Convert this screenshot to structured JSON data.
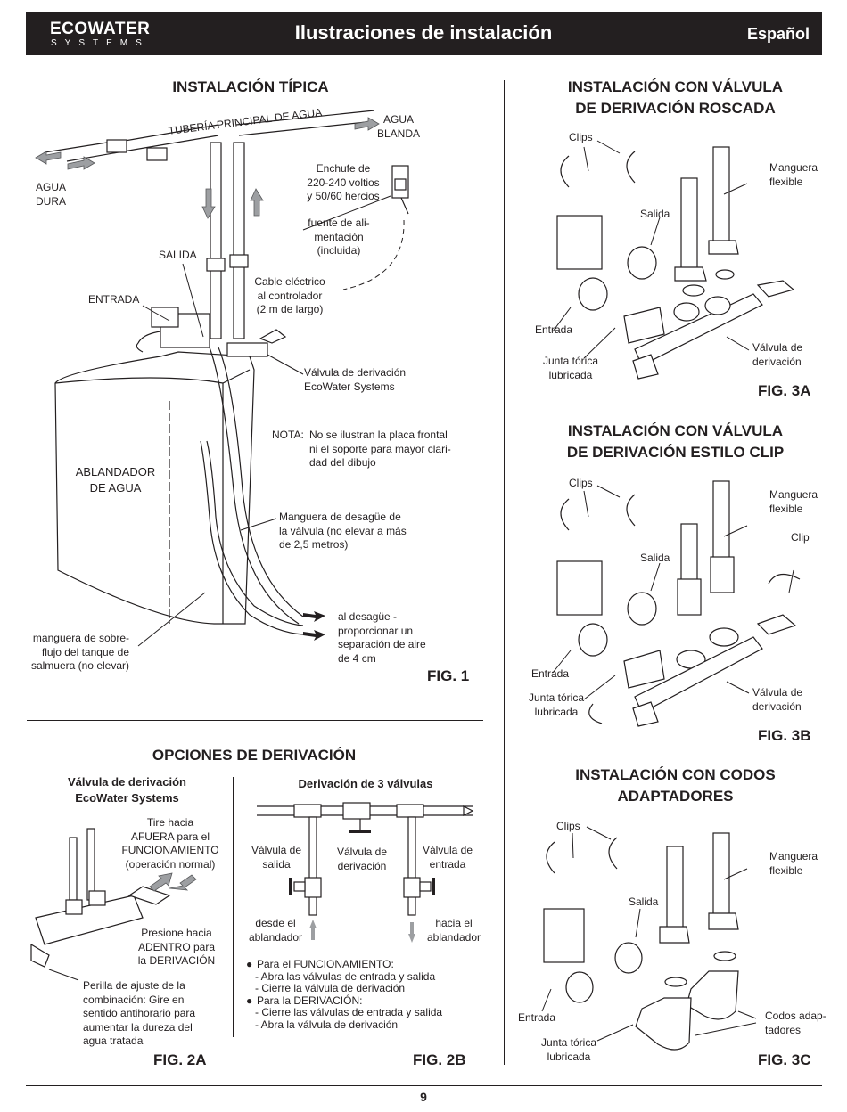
{
  "header": {
    "brand_top": "ECOWATER",
    "brand_bottom": "SYSTEMS",
    "title": "Ilustraciones de instalación",
    "language": "Español",
    "bg_color": "#231f20"
  },
  "fig1": {
    "title": "INSTALACIÓN TÍPICA",
    "main_pipe": "TUBERÍA PRINCIPAL DE AGUA",
    "soft_water": [
      "AGUA",
      "BLANDA"
    ],
    "hard_water": [
      "AGUA",
      "DURA"
    ],
    "outlet": "SALIDA",
    "inlet": "ENTRADA",
    "outlet_plug": [
      "Enchufe de",
      "220-240 voltios",
      "y 50/60 hercios"
    ],
    "power_supply": [
      "fuente de ali-",
      "mentación",
      "(incluida)"
    ],
    "cable": [
      "Cable eléctrico",
      "al controlador",
      "(2 m de largo)"
    ],
    "bypass_valve": [
      "Válvula de derivación",
      "EcoWater Systems"
    ],
    "note_label": "NOTA:",
    "note": [
      "No se ilustran la placa frontal",
      "ni el soporte para mayor clari-",
      "dad del dibujo"
    ],
    "softener": [
      "ABLANDADOR",
      "DE AGUA"
    ],
    "drain_hose": [
      "Manguera de desagüe de",
      "la válvula (no elevar a más",
      "de 2,5 metros)"
    ],
    "overflow_hose": [
      "manguera de sobre-",
      "flujo del tanque de",
      "salmuera (no elevar)"
    ],
    "to_drain": [
      "al desagüe -",
      "proporcionar un",
      "separación de aire",
      "de 4 cm"
    ],
    "label": "FIG. 1"
  },
  "bypass_options": {
    "title": "OPCIONES DE DERIVACIÓN",
    "fig2a": {
      "subtitle": [
        "Válvula de derivación",
        "EcoWater Systems"
      ],
      "pull_out": [
        "Tire hacia",
        "AFUERA para el",
        "FUNCIONAMIENTO",
        "(operación normal)"
      ],
      "push_in": [
        "Presione hacia",
        "ADENTRO para",
        "la DERIVACIÓN"
      ],
      "knob": [
        "Perilla de ajuste de la",
        "combinación: Gire en",
        "sentido antihorario para",
        "aumentar la dureza del",
        "agua tratada"
      ],
      "label": "FIG. 2A"
    },
    "fig2b": {
      "subtitle": "Derivación de 3 válvulas",
      "outlet_valve": [
        "Válvula de",
        "salida"
      ],
      "bypass_valve": [
        "Válvula de",
        "derivación"
      ],
      "inlet_valve": [
        "Válvula de",
        "entrada"
      ],
      "from_softener": [
        "desde el",
        "ablandador"
      ],
      "to_softener": [
        "hacia el",
        "ablandador"
      ],
      "instructions": [
        {
          "heading": "Para el FUNCIONAMIENTO:",
          "steps": [
            "- Abra las válvulas de entrada y salida",
            "- Cierre la válvula de derivación"
          ]
        },
        {
          "heading": "Para la DERIVACIÓN:",
          "steps": [
            "- Cierre las válvulas de entrada y salida",
            "- Abra la válvula de derivación"
          ]
        }
      ],
      "label": "FIG. 2B"
    }
  },
  "fig3a": {
    "title": [
      "INSTALACIÓN CON VÁLVULA",
      "DE DERIVACIÓN ROSCADA"
    ],
    "clips": "Clips",
    "hose": [
      "Manguera",
      "flexible"
    ],
    "outlet": "Salida",
    "inlet": "Entrada",
    "oring": [
      "Junta tórica",
      "lubricada"
    ],
    "bypass": [
      "Válvula de",
      "derivación"
    ],
    "label": "FIG. 3A"
  },
  "fig3b": {
    "title": [
      "INSTALACIÓN CON VÁLVULA",
      "DE DERIVACIÓN ESTILO CLIP"
    ],
    "clips": "Clips",
    "hose": [
      "Manguera",
      "flexible"
    ],
    "clip": "Clip",
    "outlet": "Salida",
    "inlet": "Entrada",
    "oring": [
      "Junta tórica",
      "lubricada"
    ],
    "bypass": [
      "Válvula de",
      "derivación"
    ],
    "label": "FIG. 3B"
  },
  "fig3c": {
    "title": [
      "INSTALACIÓN CON CODOS",
      "ADAPTADORES"
    ],
    "clips": "Clips",
    "hose": [
      "Manguera",
      "flexible"
    ],
    "outlet": "Salida",
    "inlet": "Entrada",
    "oring": [
      "Junta tórica",
      "lubricada"
    ],
    "elbows": [
      "Codos adap-",
      "tadores"
    ],
    "label": "FIG. 3C"
  },
  "footer": {
    "page_number": "9"
  }
}
